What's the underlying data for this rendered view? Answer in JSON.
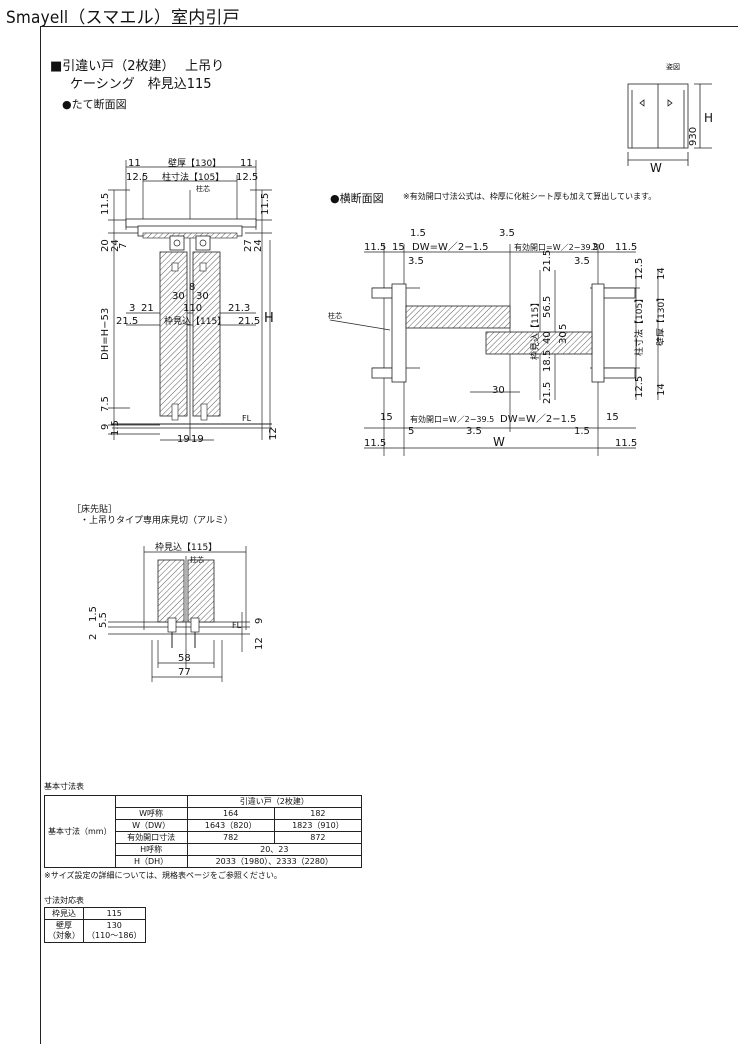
{
  "page_title": "Smayell（スマエル）室内引戸",
  "spec": {
    "line1": "■引違い戸（2枚建）　 上吊り",
    "line2": "ケーシング　枠見込115"
  },
  "vertical_section": {
    "heading": "●たて断面図",
    "labels": {
      "wall": "壁厚【130】",
      "column": "柱寸法【105】",
      "center": "柱芯",
      "frame_depth": "枠見込【115】",
      "dh": "DH=H−53",
      "h": "H",
      "fl": "FL"
    },
    "dims": {
      "d11": "11",
      "d12_5": "12.5",
      "d11_5": "11.5",
      "d20": "20",
      "d24": "24",
      "d27": "27",
      "d7": "7",
      "d8": "8",
      "d30": "30",
      "d3": "3",
      "d21": "21",
      "d110": "110",
      "d21_3": "21.3",
      "d21_5": "21.5",
      "d7_5": "7.5",
      "d9": "9",
      "d1_5": "1.5",
      "d19": "19",
      "d12": "12"
    }
  },
  "legend_small": {
    "caption": "姿図",
    "w": "W",
    "h": "H",
    "d930": "930"
  },
  "horizontal_section": {
    "heading": "●横断面図",
    "note": "※有効開口寸法公式は、枠厚に化粧シート厚も加えて算出しています。",
    "labels": {
      "dw_top": "DW=W／2−1.5",
      "open_top": "有効開口=W／2−39.5",
      "dw_bottom": "DW=W／2−1.5",
      "open_bottom": "有効開口=W／2−39.5",
      "w": "W",
      "center": "柱芯",
      "frame_depth": "枠見込【115】",
      "column": "柱寸法【105】",
      "wall": "壁厚【130】"
    },
    "dims": {
      "d1_5": "1.5",
      "d11_5": "11.5",
      "d15": "15",
      "d3_5": "3.5",
      "d20": "20",
      "d21_5": "21.5",
      "d12_5": "12.5",
      "d14": "14",
      "d56_5": "56.5",
      "d5": "5",
      "d40": "40",
      "d30": "30",
      "d18_5": "18.5"
    }
  },
  "floor_detail": {
    "title": "［床先貼］",
    "item": "・上吊りタイプ専用床見切（アルミ）",
    "labels": {
      "frame_depth": "枠見込【115】",
      "center": "柱芯",
      "fl": "FL"
    },
    "dims": {
      "d1_5": "1.5",
      "d5_5": "5.5",
      "d2": "2",
      "d9": "9",
      "d12": "12",
      "d58": "58",
      "d77": "77"
    }
  },
  "basic_table": {
    "title": "基本寸法表",
    "group_label": "基本寸法（mm）",
    "header": "引違い戸（2枚建）",
    "rows": [
      {
        "label": "W呼称",
        "c1": "164",
        "c2": "182"
      },
      {
        "label": "W（DW）",
        "c1": "1643（820）",
        "c2": "1823（910）"
      },
      {
        "label": "有効開口寸法",
        "c1": "782",
        "c2": "872"
      },
      {
        "label": "H呼称",
        "merged": "20、23"
      },
      {
        "label": "H（DH）",
        "merged": "2033（1980）、2333（2280）"
      }
    ],
    "note": "※サイズ設定の詳細については、規格表ページをご参照ください。"
  },
  "compat_table": {
    "title": "寸法対応表",
    "row1_label": "枠見込",
    "row1_value": "115",
    "row2_label_a": "壁厚",
    "row2_label_b": "（対象）",
    "row2_value_a": "130",
    "row2_value_b": "（110〜186）"
  }
}
